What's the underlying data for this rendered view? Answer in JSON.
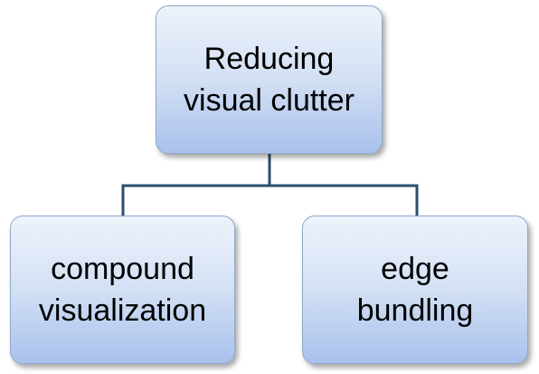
{
  "diagram": {
    "root": {
      "lines": [
        "Reducing",
        "visual clutter"
      ]
    },
    "children": [
      {
        "lines": [
          "compound",
          "visualization"
        ]
      },
      {
        "lines": [
          "edge",
          "bundling"
        ]
      }
    ],
    "colors": {
      "connector": "#2e4e6e",
      "node_border": "#8fa8c8",
      "node_fill_top": "#eef3fb",
      "node_fill_bottom": "#a9c1ec"
    }
  }
}
